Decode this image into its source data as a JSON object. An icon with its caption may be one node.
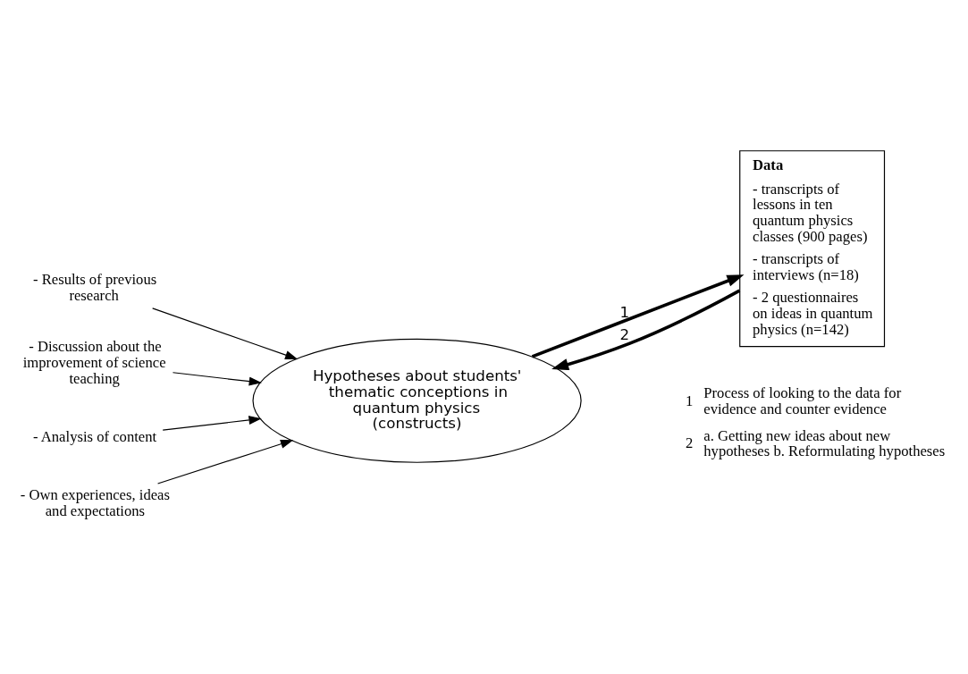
{
  "diagram": {
    "nodes": [
      {
        "text": [
          "Hypotheses about students' thematic conceptions in quantum physics (constructs)"
        ]
      },
      {
        "text": [
          "Data",
          "- transcripts of lessons in ten quantum physics classes (900 pages)",
          "- transcripts of interviews (n=18)",
          "- 2 questionnaires on ideas in quantum physics (n=142)"
        ]
      },
      {
        "text": [
          "- Results of previous research"
        ]
      },
      {
        "text": [
          "- Discussion about the improvement of science teaching"
        ]
      },
      {
        "text": [
          "- Analysis of content"
        ]
      },
      {
        "text": [
          "- Own experiences, ideas and expectations"
        ]
      }
    ],
    "edges": [
      {
        "from": 2,
        "to": 0,
        "arrow": "to"
      },
      {
        "from": 3,
        "to": 0,
        "arrow": "to"
      },
      {
        "from": 4,
        "to": 0,
        "arrow": "to"
      },
      {
        "from": 5,
        "to": 0,
        "arrow": "to"
      },
      {
        "from": 0,
        "to": 1,
        "arrow": "to",
        "label": "1",
        "style": "thick"
      },
      {
        "from": 1,
        "to": 0,
        "arrow": "to",
        "label": "2",
        "style": "thick"
      }
    ],
    "labels": [
      "1",
      "Process of looking to the data for evidence and counter evidence",
      "2",
      "a. Getting new ideas about new hypotheses b. Reformulating hypotheses"
    ]
  }
}
